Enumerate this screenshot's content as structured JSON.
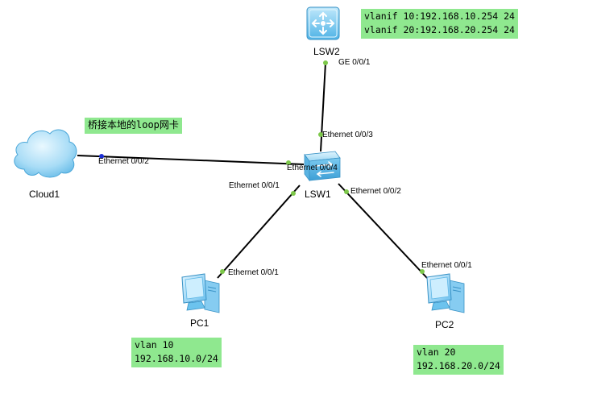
{
  "devices": {
    "lsw2": {
      "label": "LSW2"
    },
    "lsw1": {
      "label": "LSW1"
    },
    "cloud1": {
      "label": "Cloud1"
    },
    "pc1": {
      "label": "PC1"
    },
    "pc2": {
      "label": "PC2"
    }
  },
  "ports": {
    "lsw2_ge": "GE 0/0/1",
    "lsw1_e3": "Ethernet 0/0/3",
    "lsw1_e4": "Ethernet 0/0/4",
    "lsw1_e1": "Ethernet 0/0/1",
    "lsw1_e2": "Ethernet 0/0/2",
    "cloud_e2": "Ethernet 0/0/2",
    "pc1_e1": "Ethernet 0/0/1",
    "pc2_e1": "Ethernet 0/0/1"
  },
  "notes": {
    "lsw2": "vlanif 10:192.168.10.254 24\nvlanif 20:192.168.20.254 24",
    "cloud": "桥接本地的loop网卡",
    "pc1": "vlan 10\n192.168.10.0/24",
    "pc2": "vlan 20\n192.168.20.0/24"
  },
  "colors": {
    "note_bg": "#8fe88f",
    "link": "#000000",
    "port_dot": "#7dc84a",
    "cloud_port_dot": "#1c2fd4",
    "device_blue": "#6cc3ee"
  }
}
